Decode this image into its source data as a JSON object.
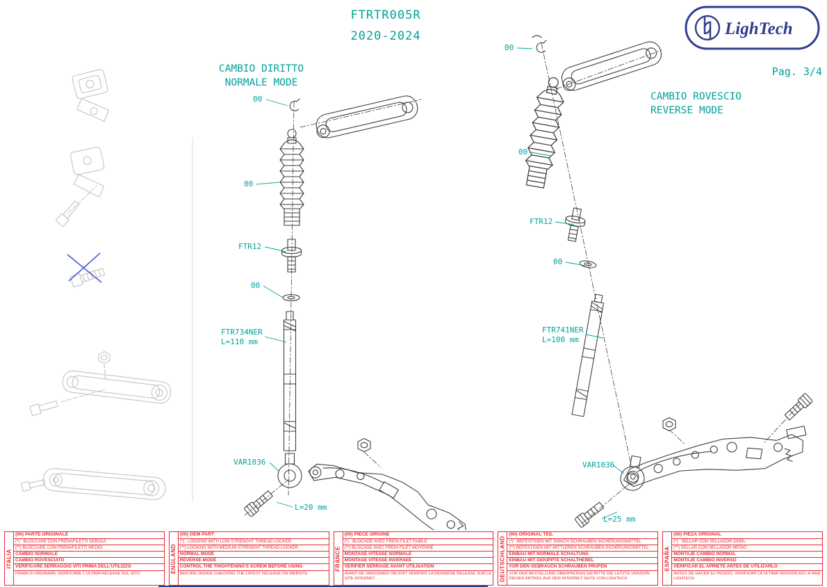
{
  "header": {
    "code": "FTRTR005R",
    "years": "2020-2024",
    "page": "Pag. 3/4",
    "brand": "LighTech"
  },
  "colors": {
    "teal": "#00A19A",
    "red": "#E8262D",
    "blue": "#2E3C8F",
    "line": "#3D3D3D",
    "faded": "#C3C3C3"
  },
  "sections": {
    "normal": {
      "title1": "CAMBIO DIRITTO",
      "title2": "NORMALE MODE",
      "labels": {
        "clip": "00",
        "boot": "00",
        "spacer": "FTR12",
        "washer": "00",
        "rod_code": "FTR734NER",
        "rod_len": "L=110 mm",
        "rod_end": "VAR1036",
        "bolt_len": "L=20 mm"
      }
    },
    "reverse": {
      "title1": "CAMBIO ROVESCIO",
      "title2": "REVERSE MODE",
      "labels": {
        "clip": "00",
        "boot": "00",
        "spacer": "FTR12",
        "washer": "00",
        "rod_code": "FTR741NER",
        "rod_len": "L=100 mm",
        "rod_end": "VAR1036",
        "bolt_len": "L=25 mm"
      }
    }
  },
  "legend": [
    {
      "country": "ITALIA",
      "r1": "(00) PARTE ORIGINALE",
      "r2": "(*)   BLOCCARE CON FRENAFILETTI DEBOLE",
      "r3": "(**) BLOCCARE CON FRENAFILETTI MEDIO",
      "r4": "CAMBIO NORMALE",
      "r5": "CAMBIO ROVESCIATO",
      "r6": "VERIFICARE SERRAGGIO VITI PRIMA DELL'UTILIZZO",
      "r7": "PRIMA DI ORDINARE VERIFICARE L'ULTIMA RELEASE SUL SITO"
    },
    {
      "country": "ENGLAND",
      "r1": "(00) OEM PART",
      "r2": "(*)   LOCKING WITH LOW STRENGHT THREAD LOCKER",
      "r3": "(**) LOCKING WITH MEDIUM STRENGHT THREAD LOCKER",
      "r4": "NORMAL MODE",
      "r5": "REVERSE MODE",
      "r6": "CONTROL THE THIGHTENING'S SCREW BEFORE USING",
      "r7": "BEFORE ORDER CHECKING THE LATEST RELEASE ON WEBSITE"
    },
    {
      "country": "FRANCE",
      "r1": "(00) PIECE ORIGINE",
      "r2": "(*)   BLOCAGE AVEC FREIN FILET FAIBLE",
      "r3": "(**) BLOCAGE AVEC FREIN FILET MOYENNE",
      "r4": "MONTAGE VITESSE NORMALE",
      "r5": "MONTAGE VITESSE INVERSEE",
      "r6": "VERIFIER SERRAGE AVANT UTILISATION",
      "r7": "AVANT DE ORDONNER ON DOIT VÉRIFIER LA DERNIÈRE RELEASE SUR LE SITE INTERNET"
    },
    {
      "country": "DEUTSCHLAND",
      "r1": "(00) ORIGINAL TEIL",
      "r2": "(*)   BEFESTIGEN MIT SWACH SCHRAUBEN SICHERUNGSMITTEL",
      "r3": "(**) BEFESTIGEN MIT MITTLEREN SCHRAUBEN SICHERUNGSMITTEL",
      "r4": "EINBAU MIT NORMALE SCHALTUNG",
      "r5": "EINBAU MIT GEKIPPTE SCHALTHEBEL",
      "r6": "VOR DEN GEBRAUCH SCHRAUBEN PRÜFEN",
      "r7": "VOR DER BESTELLUNG ÜBERPRÜFEN SIE BITTE DIE LETZTE VERSION DIESER ARTIKEL AUF DER INTERNET SEITE VON LIGHTECH"
    },
    {
      "country": "ESPAÑA",
      "r1": "(00) PIEZA ORIGINAL",
      "r2": "(*)   SELLAR CON SELLADOR DEBIL",
      "r3": "(**) SELLAR CON SELLADOR MEDIO",
      "r4": "MONTAJE CAMBIO NORMAL",
      "r5": "MONTAJE CAMBIO INVERSO",
      "r6": "VERIFICAR EL APRIETE ANTES DE UTILIZARLO",
      "r7": "ANTES DE HACER EL PEDIDO, VERIFICAR LA ULTIMA VERSION EN LA WEB LIGHTECH"
    }
  ]
}
